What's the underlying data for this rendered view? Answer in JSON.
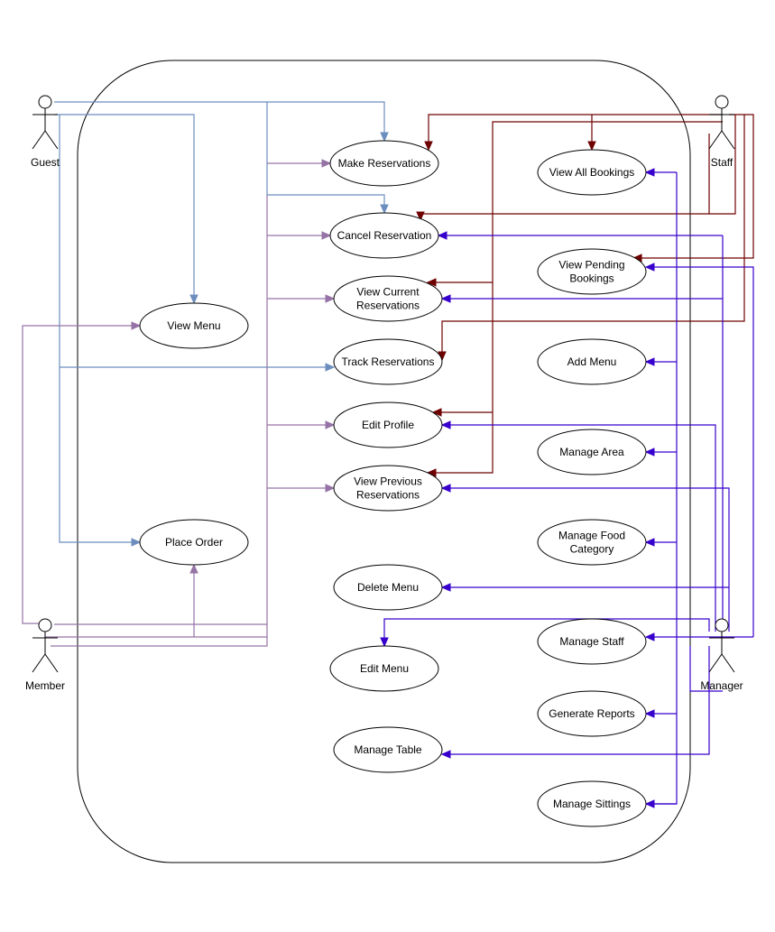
{
  "colors": {
    "guest": "#6c8ebf",
    "member": "#9673a6",
    "staff": "#6f0000",
    "manager": "#3700cc",
    "outline": "#000000",
    "background": "#ffffff"
  },
  "actors": {
    "guest": "Guest",
    "staff": "Staff",
    "member": "Member",
    "manager": "Manager"
  },
  "use_cases": {
    "make_reservations": [
      "Make Reservations"
    ],
    "view_all_bookings": [
      "View All Bookings"
    ],
    "cancel_reservation": [
      "Cancel Reservation"
    ],
    "view_pending_bookings": [
      "View Pending",
      "Bookings"
    ],
    "view_current_reservations": [
      "View Current",
      "Reservations"
    ],
    "view_menu": [
      "View Menu"
    ],
    "track_reservations": [
      "Track Reservations"
    ],
    "add_menu": [
      "Add Menu"
    ],
    "edit_profile": [
      "Edit Profile"
    ],
    "manage_area": [
      "Manage Area"
    ],
    "view_previous_reservations": [
      "View Previous",
      "Reservations"
    ],
    "place_order": [
      "Place Order"
    ],
    "manage_food_category": [
      "Manage Food",
      "Category"
    ],
    "delete_menu": [
      "Delete Menu"
    ],
    "manage_staff": [
      "Manage Staff"
    ],
    "edit_menu": [
      "Edit Menu"
    ],
    "generate_reports": [
      "Generate Reports"
    ],
    "manage_table": [
      "Manage Table"
    ],
    "manage_sittings": [
      "Manage Sittings"
    ]
  }
}
